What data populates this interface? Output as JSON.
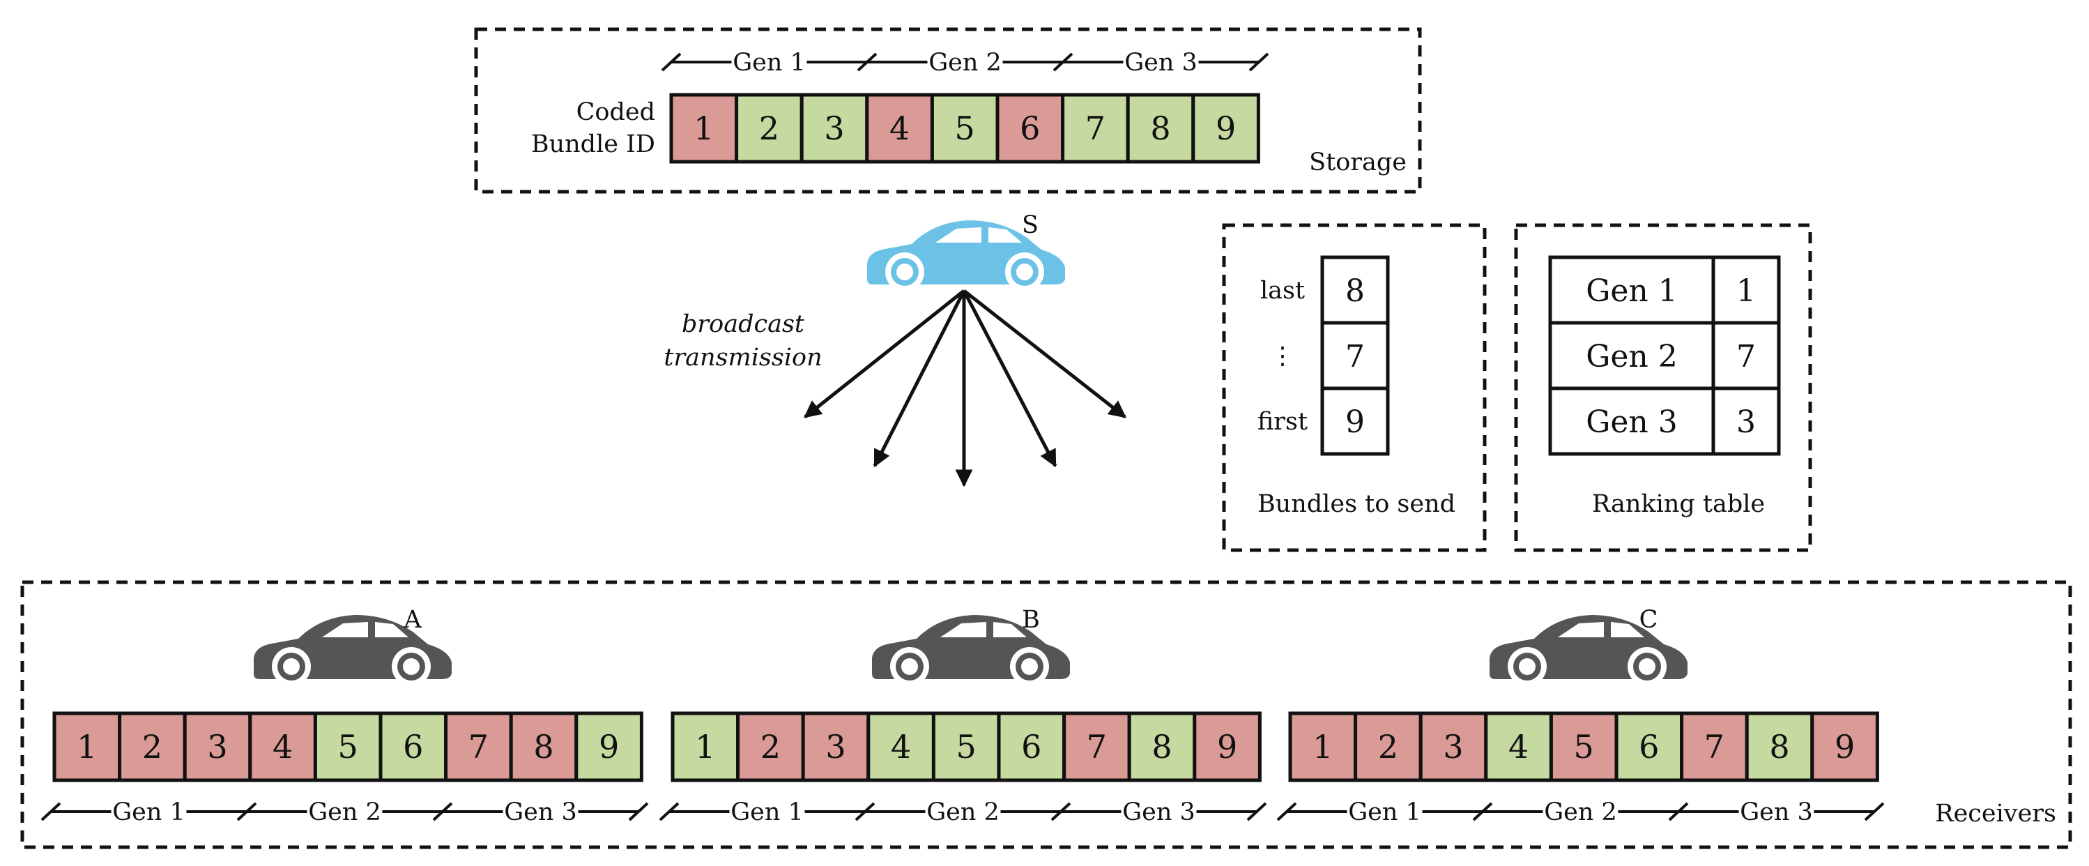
{
  "colors": {
    "red": "#da9a96",
    "green": "#c6d9a0",
    "sender_car": "#6cc2e6",
    "receiver_car": "#555555"
  },
  "storage": {
    "label": "Storage",
    "row_label_1": "Coded",
    "row_label_2": "Bundle ID",
    "gens": [
      "Gen 1",
      "Gen 2",
      "Gen 3"
    ],
    "cells": [
      {
        "id": "1",
        "status": "red"
      },
      {
        "id": "2",
        "status": "green"
      },
      {
        "id": "3",
        "status": "green"
      },
      {
        "id": "4",
        "status": "red"
      },
      {
        "id": "5",
        "status": "green"
      },
      {
        "id": "6",
        "status": "red"
      },
      {
        "id": "7",
        "status": "green"
      },
      {
        "id": "8",
        "status": "green"
      },
      {
        "id": "9",
        "status": "green"
      }
    ]
  },
  "sender": {
    "label": "S",
    "broadcast_1": "broadcast",
    "broadcast_2": "transmission",
    "car_icon": "car-icon"
  },
  "bundles_to_send": {
    "title": "Bundles to send",
    "rows": [
      {
        "label": "last",
        "value": "8"
      },
      {
        "label": "⋮",
        "value": "7"
      },
      {
        "label": "first",
        "value": "9"
      }
    ]
  },
  "ranking_table": {
    "title": "Ranking table",
    "rows": [
      {
        "gen": "Gen 1",
        "rank": "1"
      },
      {
        "gen": "Gen 2",
        "rank": "7"
      },
      {
        "gen": "Gen 3",
        "rank": "3"
      }
    ]
  },
  "receivers": {
    "label": "Receivers",
    "gens": [
      "Gen 1",
      "Gen 2",
      "Gen 3"
    ],
    "cars": [
      {
        "label": "A",
        "cells": [
          {
            "id": "1",
            "status": "red"
          },
          {
            "id": "2",
            "status": "red"
          },
          {
            "id": "3",
            "status": "red"
          },
          {
            "id": "4",
            "status": "red"
          },
          {
            "id": "5",
            "status": "green"
          },
          {
            "id": "6",
            "status": "green"
          },
          {
            "id": "7",
            "status": "red"
          },
          {
            "id": "8",
            "status": "red"
          },
          {
            "id": "9",
            "status": "green"
          }
        ]
      },
      {
        "label": "B",
        "cells": [
          {
            "id": "1",
            "status": "green"
          },
          {
            "id": "2",
            "status": "red"
          },
          {
            "id": "3",
            "status": "red"
          },
          {
            "id": "4",
            "status": "green"
          },
          {
            "id": "5",
            "status": "green"
          },
          {
            "id": "6",
            "status": "green"
          },
          {
            "id": "7",
            "status": "red"
          },
          {
            "id": "8",
            "status": "green"
          },
          {
            "id": "9",
            "status": "red"
          }
        ]
      },
      {
        "label": "C",
        "cells": [
          {
            "id": "1",
            "status": "red"
          },
          {
            "id": "2",
            "status": "red"
          },
          {
            "id": "3",
            "status": "red"
          },
          {
            "id": "4",
            "status": "green"
          },
          {
            "id": "5",
            "status": "red"
          },
          {
            "id": "6",
            "status": "green"
          },
          {
            "id": "7",
            "status": "red"
          },
          {
            "id": "8",
            "status": "green"
          },
          {
            "id": "9",
            "status": "red"
          }
        ]
      }
    ]
  }
}
